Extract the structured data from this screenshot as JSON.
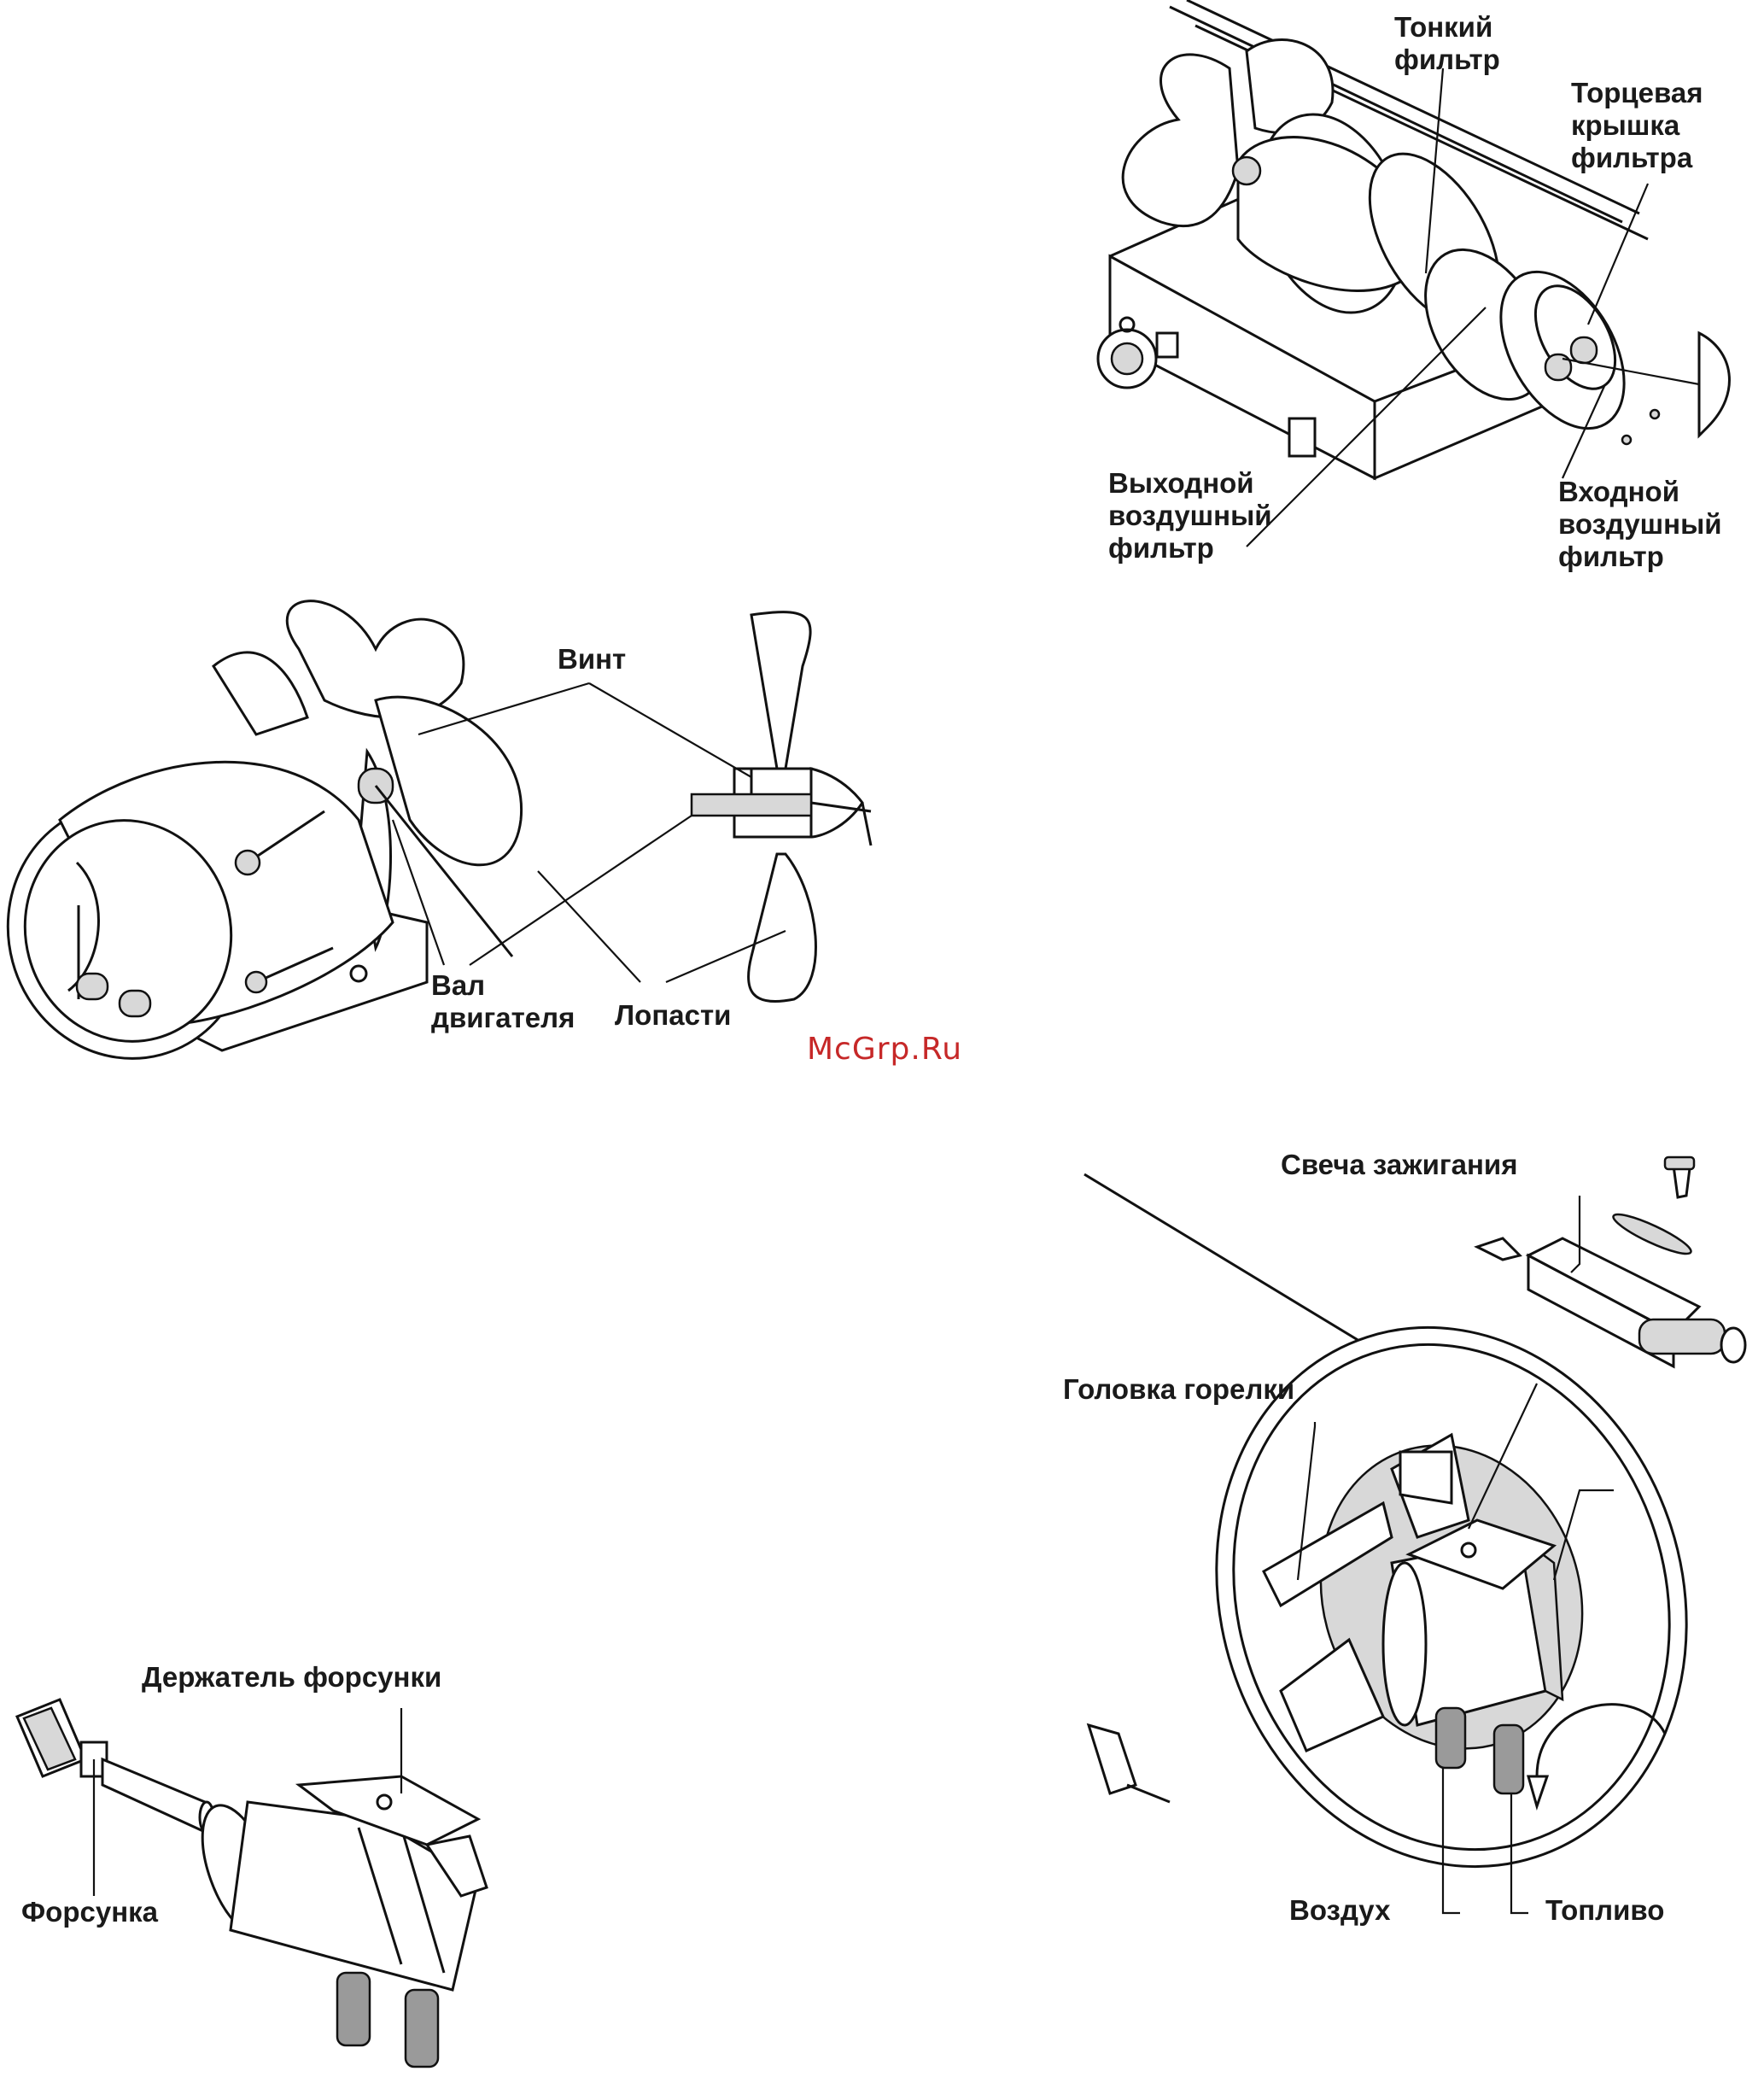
{
  "diagrams": {
    "filters": {
      "labels": {
        "fine_filter": "Тонкий\nфильтр",
        "end_cover": "Торцевая\nкрышка\nфильтра",
        "outlet_filter": "Выходной\nвоздушный\nфильтр",
        "inlet_filter": "Входной\nвоздушный\nфильтр"
      }
    },
    "fan": {
      "labels": {
        "screw": "Винт",
        "motor_shaft": "Вал\nдвигателя",
        "blades": "Лопасти"
      }
    },
    "burner": {
      "labels": {
        "spark_plug": "Свеча зажигания",
        "burner_head": "Головка горелки",
        "air": "Воздух",
        "fuel": "Топливо"
      }
    },
    "nozzle": {
      "labels": {
        "nozzle_holder": "Держатель форсунки",
        "nozzle": "Форсунка"
      }
    }
  },
  "watermark": "McGrp.Ru"
}
